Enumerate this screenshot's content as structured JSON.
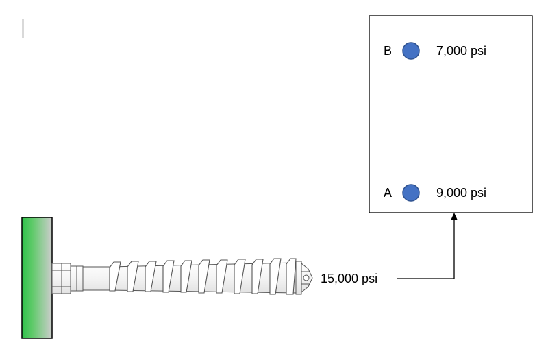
{
  "cursor_marker": "text-cursor",
  "mold_box": {
    "point_b": {
      "letter": "B",
      "pressure": "7,000 psi",
      "color": "#4472c4"
    },
    "point_a": {
      "letter": "A",
      "pressure": "9,000 psi",
      "color": "#4472c4"
    }
  },
  "screw": {
    "icon": "injection-screw-icon",
    "pressure": "15,000 psi"
  },
  "motor": {
    "icon": "drive-block",
    "gradient": [
      "#2fc24a",
      "#cfcfcf"
    ]
  },
  "arrow": {
    "icon": "arrow-up-icon"
  }
}
